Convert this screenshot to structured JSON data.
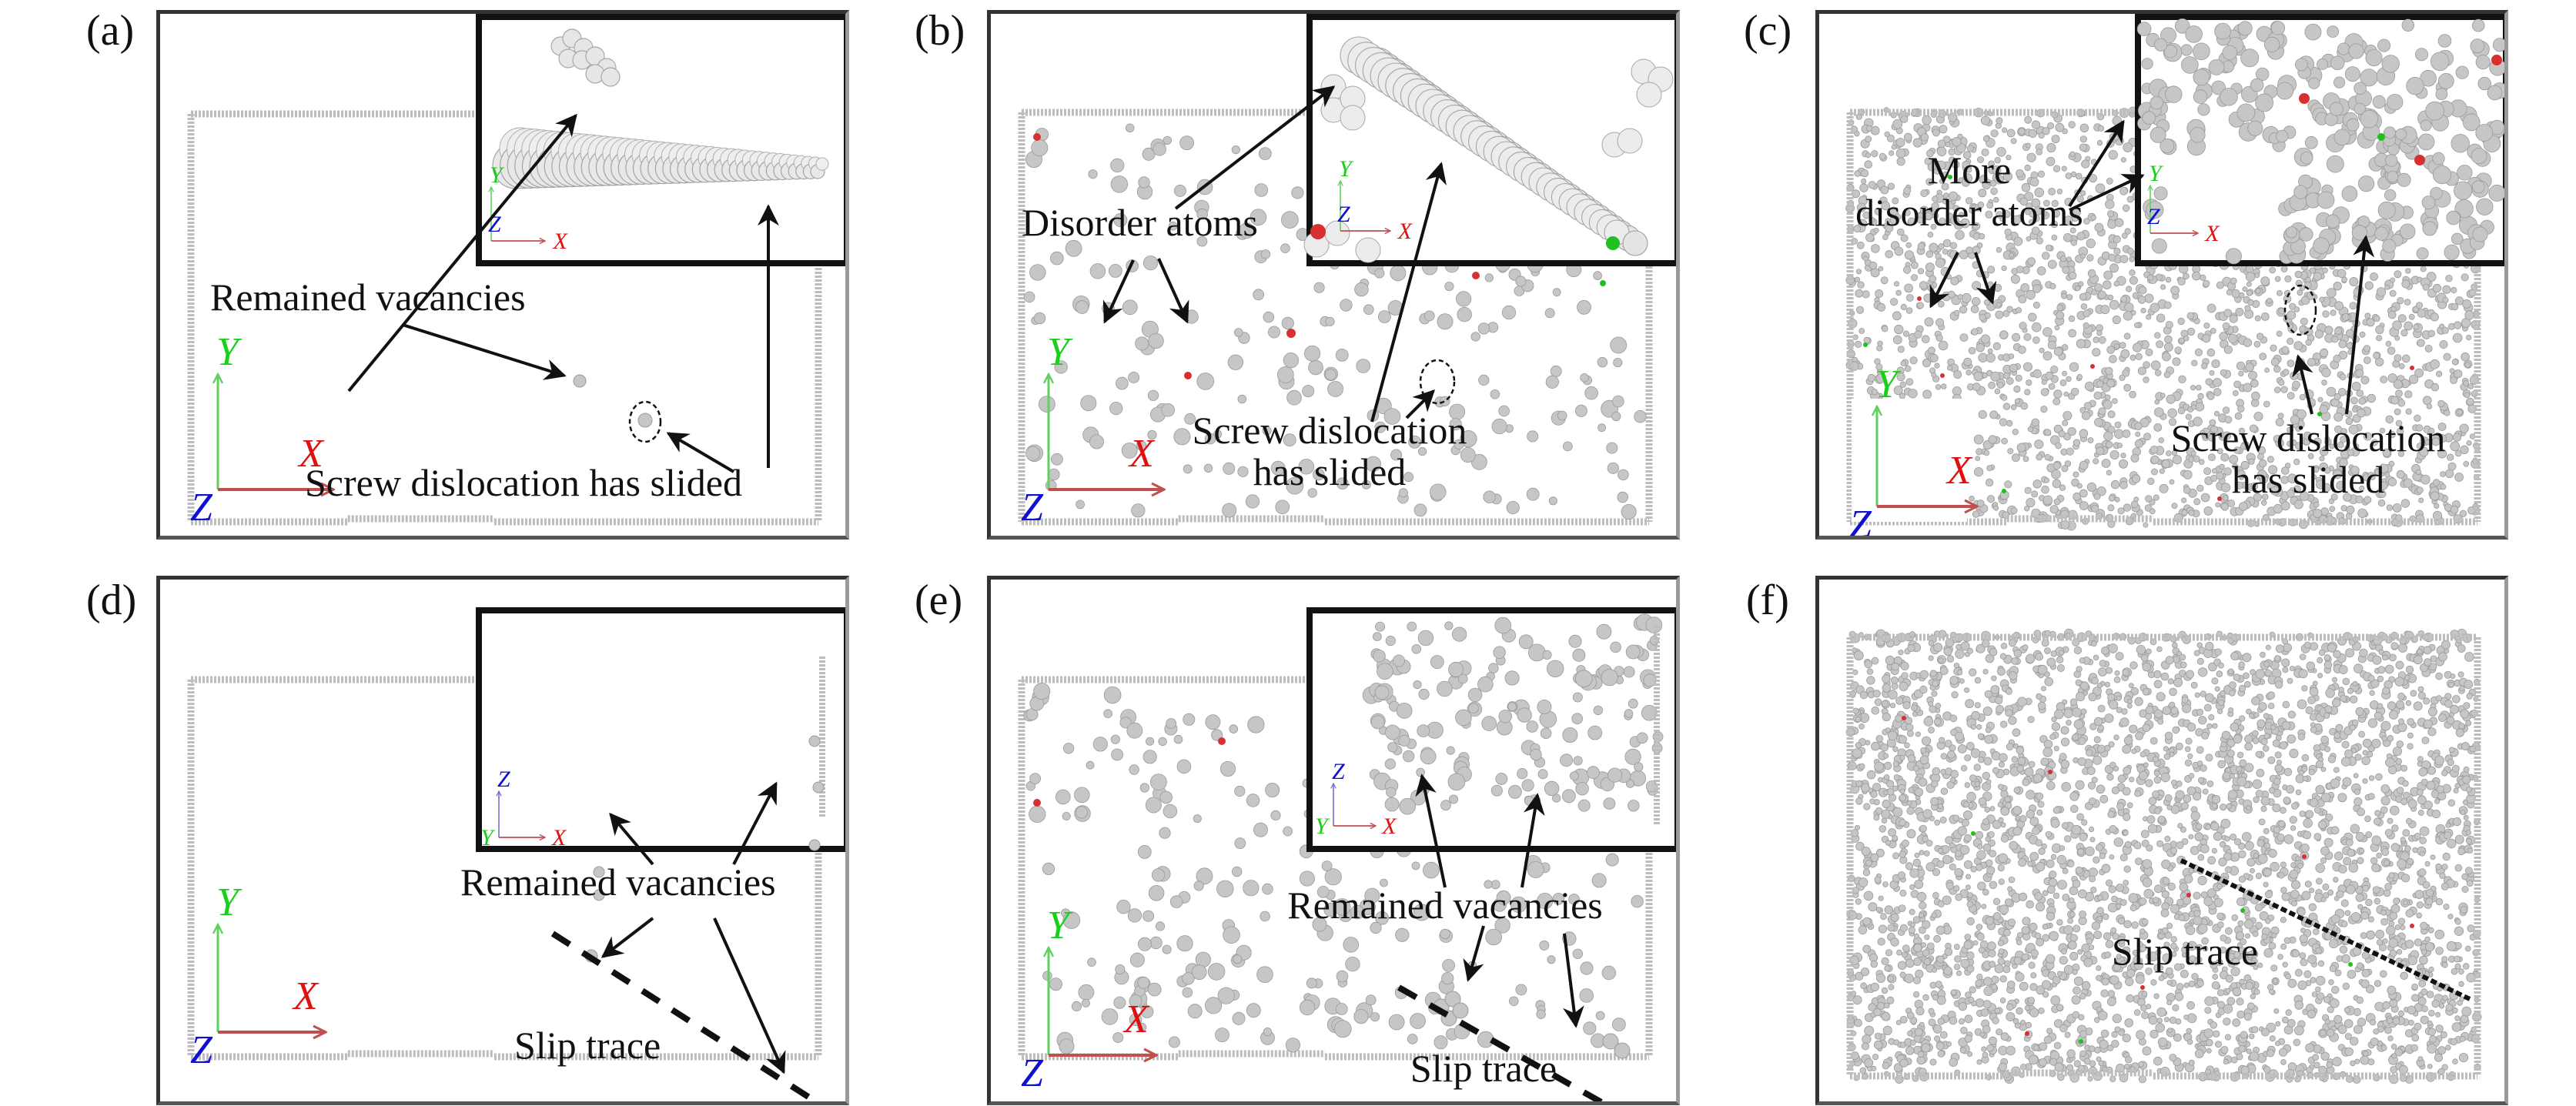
{
  "figure": {
    "colors": {
      "atom": "#c6c6c6",
      "atom_dark": "#9a9a9a",
      "boundary": "#bdbdbd",
      "axis_x": "#e01010",
      "axis_y": "#18d018",
      "axis_z": "#1010d0",
      "arrow_x": "#c05050",
      "arrow_y": "#60d060",
      "arrow_z": "#7070d0",
      "marker_red": "#d83030",
      "marker_green": "#20c020",
      "ink": "#111111"
    },
    "panels": [
      {
        "id": "a",
        "label": "(a)",
        "density": "sparse-none",
        "inset": true,
        "inset_axes": {
          "up": "Y",
          "right": "X",
          "origin": "Z"
        },
        "main_axes": {
          "up": "Y",
          "right": "X",
          "origin": "Z"
        },
        "annotations": [
          {
            "text": "Remained vacancies"
          },
          {
            "text": "Screw dislocation has slided"
          }
        ]
      },
      {
        "id": "b",
        "label": "(b)",
        "density": "sparse",
        "inset": true,
        "inset_axes": {
          "up": "Y",
          "right": "X",
          "origin": "Z"
        },
        "main_axes": {
          "up": "Y",
          "right": "X",
          "origin": "Z"
        },
        "annotations": [
          {
            "text": "Disorder atoms"
          },
          {
            "text": "Screw dislocation"
          },
          {
            "text": "has slided"
          }
        ]
      },
      {
        "id": "c",
        "label": "(c)",
        "density": "dense",
        "inset": true,
        "inset_axes": {
          "up": "Y",
          "right": "X",
          "origin": "Z"
        },
        "main_axes": {
          "up": "Y",
          "right": "X",
          "origin": "Z"
        },
        "annotations": [
          {
            "text": "More"
          },
          {
            "text": "disorder atoms"
          },
          {
            "text": "Screw dislocation"
          },
          {
            "text": "has slided"
          }
        ]
      },
      {
        "id": "d",
        "label": "(d)",
        "density": "sparse-none",
        "inset": true,
        "inset_axes": {
          "up": "Z",
          "right": "X",
          "origin": "Y"
        },
        "main_axes": {
          "up": "Y",
          "right": "X",
          "origin": "Z"
        },
        "annotations": [
          {
            "text": "Remained vacancies"
          },
          {
            "text": "Slip trace"
          }
        ]
      },
      {
        "id": "e",
        "label": "(e)",
        "density": "sparse",
        "inset": true,
        "inset_axes": {
          "up": "Z",
          "right": "X",
          "origin": "Y"
        },
        "main_axes": {
          "up": "Y",
          "right": "X",
          "origin": "Z"
        },
        "annotations": [
          {
            "text": "Remained vacancies"
          },
          {
            "text": "Slip trace"
          }
        ]
      },
      {
        "id": "f",
        "label": "(f)",
        "density": "very-dense",
        "inset": false,
        "annotations": [
          {
            "text": "Slip trace"
          }
        ]
      }
    ]
  }
}
